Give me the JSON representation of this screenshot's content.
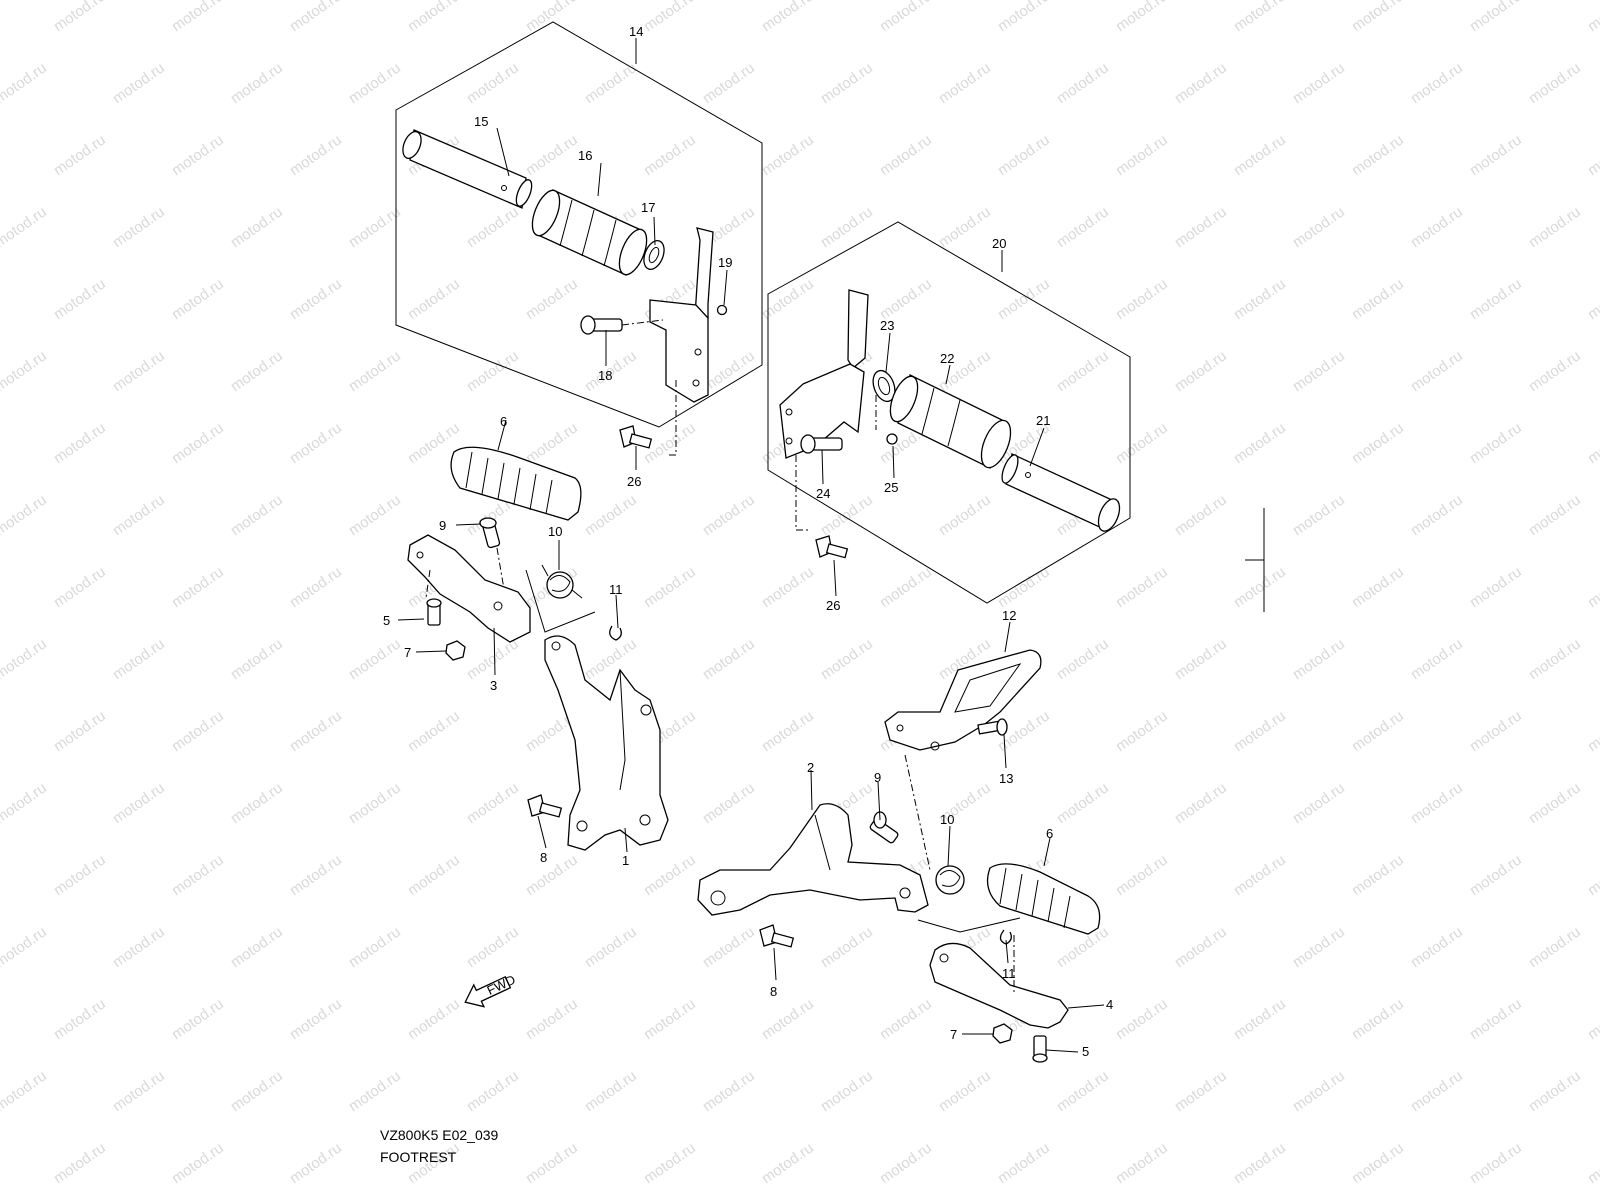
{
  "colors": {
    "line": "#000000",
    "background": "#ffffff",
    "watermark": "#d9d9d9"
  },
  "watermark": {
    "text": "motod.ru"
  },
  "fwd_arrow": {
    "label": "FWD",
    "icon": "fwd-arrow-icon"
  },
  "caption": {
    "model_code": "VZ800K5 E02_039",
    "title": "FOOTREST"
  },
  "callouts": {
    "c1": "1",
    "c2": "2",
    "c3": "3",
    "c4": "4",
    "c5a": "5",
    "c5b": "5",
    "c6a": "6",
    "c6b": "6",
    "c7a": "7",
    "c7b": "7",
    "c8a": "8",
    "c8b": "8",
    "c9a": "9",
    "c9b": "9",
    "c10a": "10",
    "c10b": "10",
    "c11a": "11",
    "c11b": "11",
    "c12": "12",
    "c13": "13",
    "c14": "14",
    "c15": "15",
    "c16": "16",
    "c17": "17",
    "c18": "18",
    "c19": "19",
    "c20": "20",
    "c21": "21",
    "c22": "22",
    "c23": "23",
    "c24": "24",
    "c25": "25",
    "c26a": "26",
    "c26b": "26"
  }
}
